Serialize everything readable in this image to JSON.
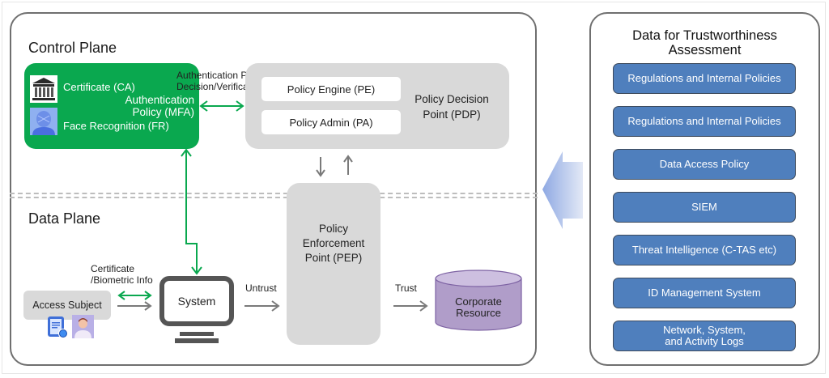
{
  "diagram": {
    "control_plane": {
      "title": "Control Plane",
      "auth_box": {
        "certificate_label": "Certificate (CA)",
        "face_label": "Face Recognition (FR)",
        "policy_label_line1": "Authentication",
        "policy_label_line2": "Policy (MFA)",
        "color": "#0aa84f"
      },
      "auth_link_label_line1": "Authentication Policy",
      "auth_link_label_line2": "Decision/Verification",
      "pdp": {
        "engine_label": "Policy Engine (PE)",
        "admin_label": "Policy Admin (PA)",
        "title_line1": "Policy Decision",
        "title_line2": "Point (PDP)"
      }
    },
    "data_plane": {
      "title": "Data Plane",
      "access_subject_label": "Access Subject",
      "cert_info_line1": "Certificate",
      "cert_info_line2": "/Biometric Info",
      "system_label": "System",
      "untrust_label": "Untrust",
      "pep": {
        "line1": "Policy",
        "line2": "Enforcement",
        "line3": "Point (PEP)"
      },
      "trust_label": "Trust",
      "resource_line1": "Corporate",
      "resource_line2": "Resource"
    },
    "trust_data": {
      "title_line1": "Data for Trustworthiness",
      "title_line2": "Assessment",
      "items": [
        {
          "label": "Regulations and Internal Policies"
        },
        {
          "label": "Regulations and Internal Policies"
        },
        {
          "label": "Data Access Policy"
        },
        {
          "label": "SIEM"
        },
        {
          "label": "Threat Intelligence (C-TAS etc)"
        },
        {
          "label": "ID Management System"
        },
        {
          "label_line1": "Network, System,",
          "label_line2": "and Activity Logs"
        }
      ],
      "item_color": "#4f7fbd"
    },
    "colors": {
      "green_link": "#0aa84f",
      "gray_arrow": "#7a7a7a",
      "resource_fill": "#b09dc9",
      "panel_gray": "#d9d9d9"
    }
  }
}
